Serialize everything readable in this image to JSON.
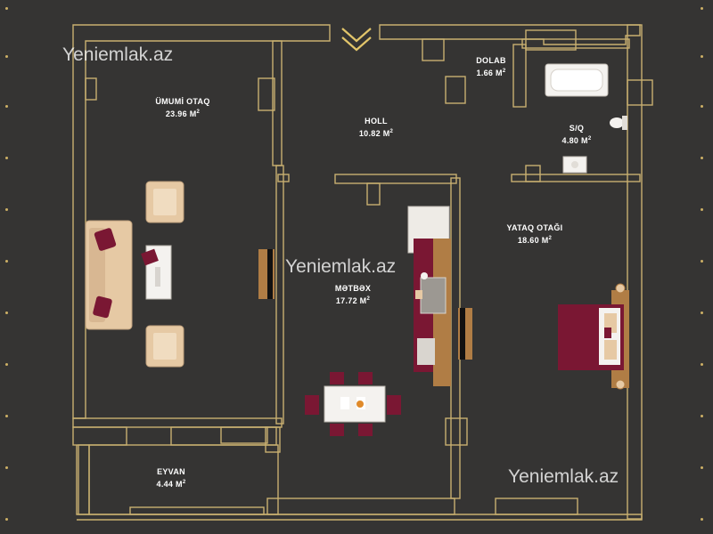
{
  "rooms": {
    "living": {
      "name": "ÜMUMİ OTAQ",
      "area": "23.96 M"
    },
    "hall": {
      "name": "HOLL",
      "area": "10.82 M"
    },
    "closet": {
      "name": "DOLAB",
      "area": "1.66 M"
    },
    "bathroom": {
      "name": "S/Q",
      "area": "4.80 M"
    },
    "bedroom": {
      "name": "YATAQ OTAĞI",
      "area": "18.60 M"
    },
    "kitchen": {
      "name": "MƏTBƏX",
      "area": "17.72 M"
    },
    "balcony": {
      "name": "EYVAN",
      "area": "4.44 M"
    }
  },
  "area_unit_superscript": "2",
  "watermark": "Yeniemlak.az",
  "colors": {
    "background": "#353433",
    "wall_outline": "#c9b070",
    "furniture_beige": "#e6c9a4",
    "furniture_maroon": "#7a1733",
    "wood": "#b07d45",
    "label_text": "#ffffff"
  },
  "icons": [
    "entrance-chevron-icon"
  ]
}
